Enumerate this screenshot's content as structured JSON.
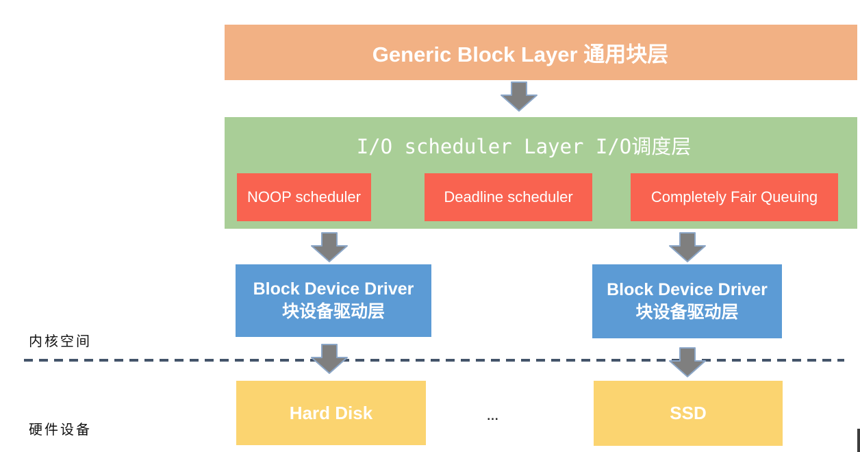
{
  "layers": {
    "generic_block": {
      "label": "Generic Block Layer 通用块层"
    },
    "io_scheduler": {
      "label": "I/O scheduler Layer I/O调度层",
      "schedulers": [
        {
          "label": "NOOP scheduler"
        },
        {
          "label": "Deadline scheduler"
        },
        {
          "label": "Completely Fair Queuing"
        }
      ]
    },
    "drivers": [
      {
        "line1": "Block Device Driver",
        "line2": "块设备驱动层"
      },
      {
        "line1": "Block Device Driver",
        "line2": "块设备驱动层"
      }
    ],
    "devices": [
      {
        "label": "Hard Disk"
      },
      {
        "label": "SSD"
      }
    ],
    "ellipsis": "..."
  },
  "annotations": {
    "kernel_space": "内核空间",
    "hardware_devices": "硬件设备"
  },
  "colors": {
    "generic_block_layer_bg": "#F2B184",
    "io_scheduler_layer_bg": "#A9CE97",
    "scheduler_item_bg": "#F96350",
    "block_device_driver_bg": "#5C9BD5",
    "hardware_device_bg": "#FBD470",
    "arrow_fill": "#7F7F7F",
    "arrow_stroke": "#8BA6C7",
    "boundary_dashed_line": "#44546A",
    "text": "#FFFFFF"
  }
}
